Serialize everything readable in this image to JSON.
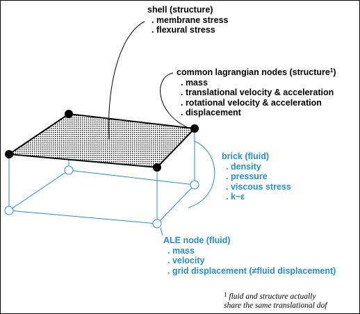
{
  "shell": {
    "title": "shell (structure)",
    "items": [
      ". membrane stress",
      ". flexural stress"
    ]
  },
  "lagrangian": {
    "title": "common lagrangian nodes (structure",
    "superscript": "1",
    "title_close": ")",
    "items": [
      ". mass",
      ". translational velocity & acceleration",
      ". rotational velocity & acceleration",
      ". displacement"
    ]
  },
  "brick": {
    "title": "brick (fluid)",
    "items": [
      ". density",
      ". pressure",
      ". viscous stress",
      ". k−ε"
    ]
  },
  "ale": {
    "title": "ALE node (fluid)",
    "items": [
      ". mass",
      ". velocity",
      ". grid displacement (≠fluid displacement)"
    ]
  },
  "footnote": {
    "marker": "1",
    "line1": "fluid and structure actually",
    "line2": "share the same translational dof"
  },
  "colors": {
    "structure": "#000000",
    "fluid": "#1f8fd0"
  }
}
